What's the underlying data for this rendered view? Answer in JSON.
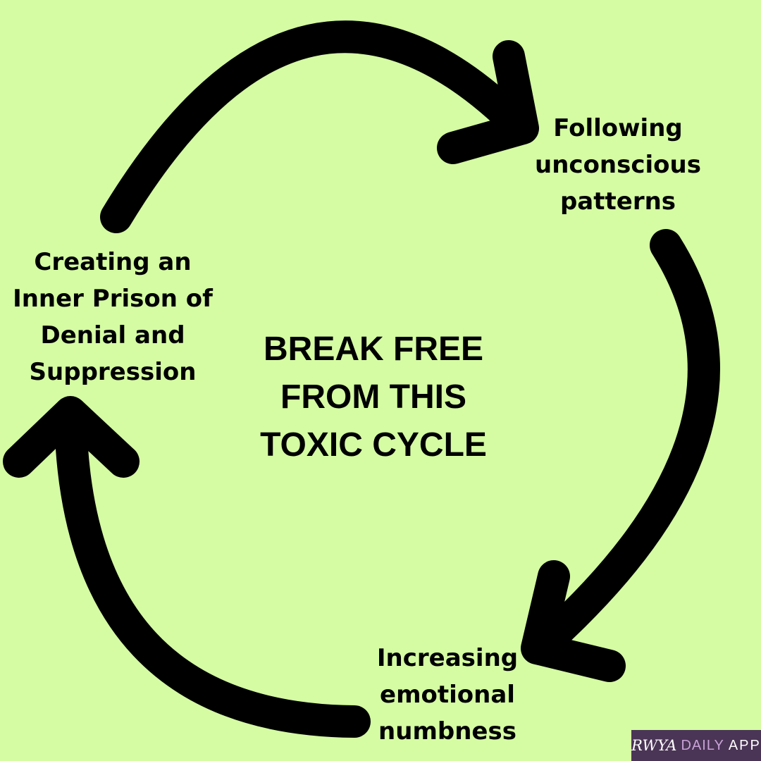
{
  "colors": {
    "background": "#d5fca3",
    "arrow": "#000000",
    "text": "#000000",
    "brand_bg": "#4b3556",
    "brand_accent": "#c9a2d8"
  },
  "center": {
    "lines": [
      "BREAK FREE",
      "FROM THIS",
      "TOXIC CYCLE"
    ]
  },
  "steps": [
    {
      "id": "unconscious-patterns",
      "lines": [
        "Following",
        "unconscious",
        "patterns"
      ]
    },
    {
      "id": "emotional-numbness",
      "lines": [
        "Increasing",
        "emotional",
        "numbness"
      ]
    },
    {
      "id": "inner-prison",
      "lines": [
        "Creating an",
        "Inner Prison of",
        "Denial and",
        "Suppression"
      ]
    }
  ],
  "brand": {
    "script": "RWYA",
    "daily": "DAILY",
    "app": "APP"
  }
}
